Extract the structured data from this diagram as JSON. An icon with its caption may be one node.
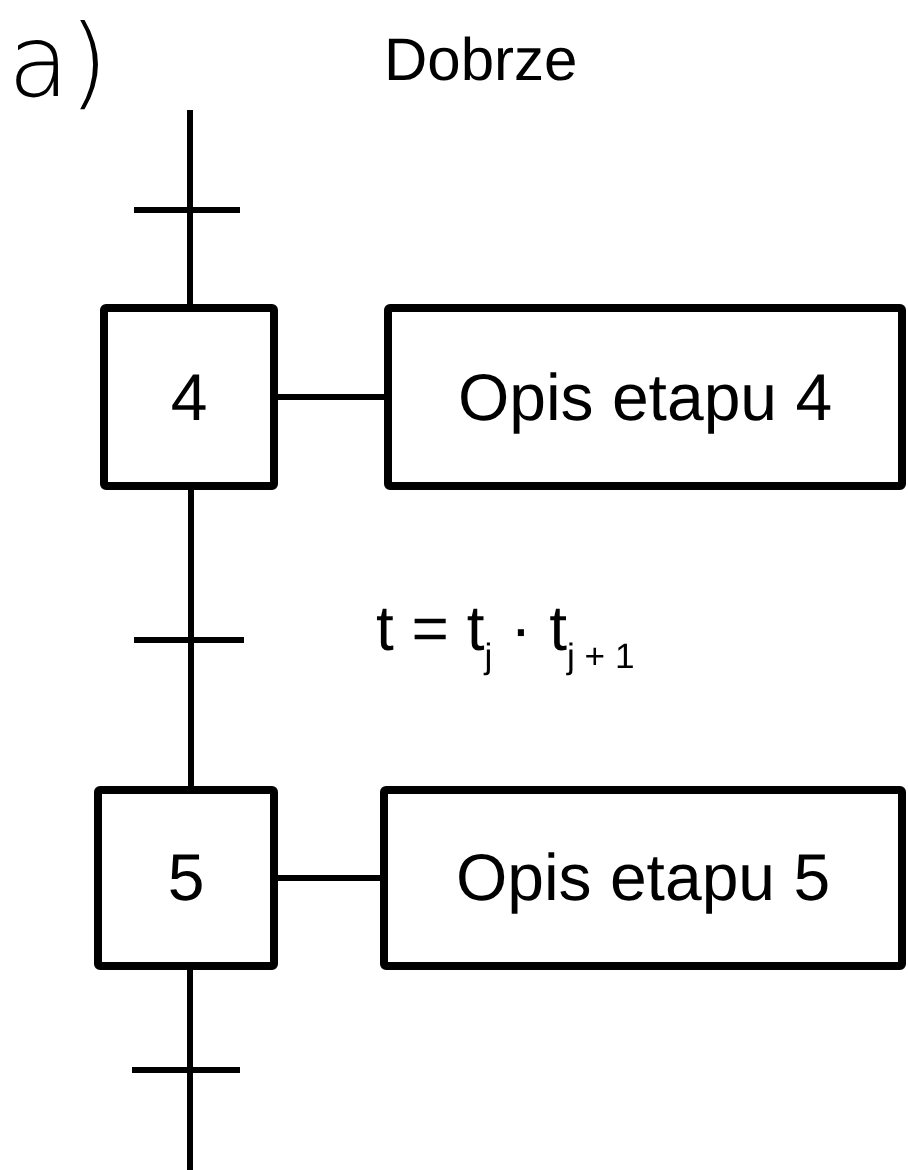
{
  "diagram": {
    "nodes": [
      {
        "text": [
          "4"
        ]
      },
      {
        "text": [
          "Opis etapu 4"
        ]
      },
      {
        "text": [
          "5"
        ]
      },
      {
        "text": [
          "Opis etapu 5"
        ]
      }
    ],
    "edges": [
      {
        "from": null,
        "to": 0,
        "arrow": "none"
      },
      {
        "from": 0,
        "to": 1,
        "arrow": "none"
      },
      {
        "from": 0,
        "to": 2,
        "arrow": "none"
      },
      {
        "from": 2,
        "to": 3,
        "arrow": "none"
      },
      {
        "from": 2,
        "to": null,
        "arrow": "none"
      }
    ],
    "labels": [
      "a)",
      "Dobrze",
      "t = t$_{j}$ · t$_{j + 1}$"
    ]
  }
}
